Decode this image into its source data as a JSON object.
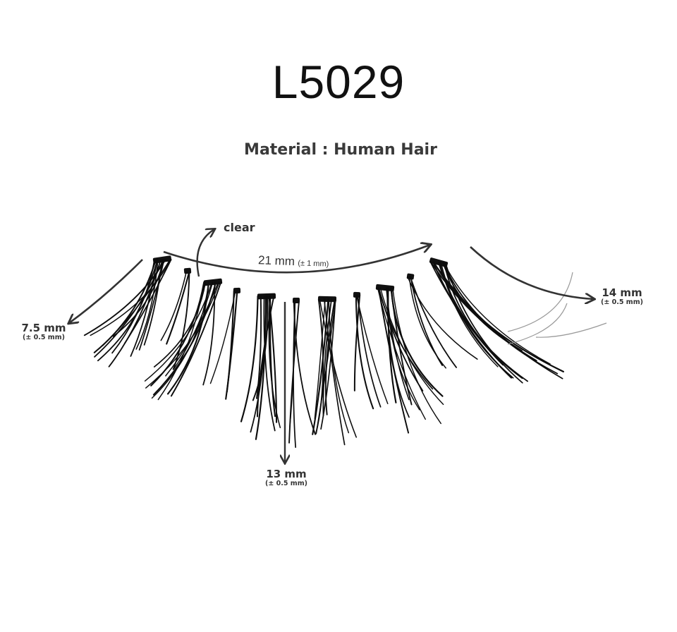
{
  "product": {
    "code": "L5029",
    "material_label": "Material : Human Hair"
  },
  "annotations": {
    "band": {
      "label": "clear"
    },
    "length": {
      "value": "21 mm",
      "tolerance": "(± 1 mm)"
    },
    "inner_corner": {
      "value": "7.5 mm",
      "tolerance": "(± 0.5 mm)"
    },
    "center": {
      "value": "13 mm",
      "tolerance": "(± 0.5 mm)"
    },
    "outer_corner": {
      "value": "14 mm",
      "tolerance": "(± 0.5 mm)"
    }
  },
  "colors": {
    "text": "#111111",
    "subtext": "#3a3a3a",
    "arrow": "#333333",
    "lash": "#0d0d0d",
    "background": "#ffffff"
  }
}
